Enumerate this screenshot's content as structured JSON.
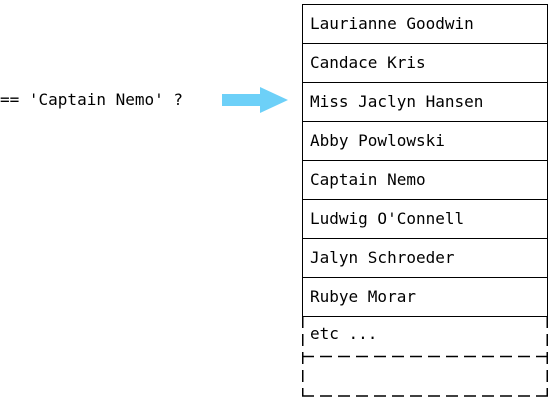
{
  "query": {
    "text": "== 'Captain Nemo' ?"
  },
  "arrow": {
    "icon": "right-arrow-icon",
    "color": "#6dd0f8"
  },
  "list": {
    "items": [
      "Laurianne Goodwin",
      "Candace Kris",
      "Miss Jaclyn Hansen",
      "Abby Powlowski",
      "Captain Nemo",
      "Ludwig O'Connell",
      "Jalyn Schroeder",
      "Rubye Morar"
    ],
    "etc_label": "etc ..."
  }
}
